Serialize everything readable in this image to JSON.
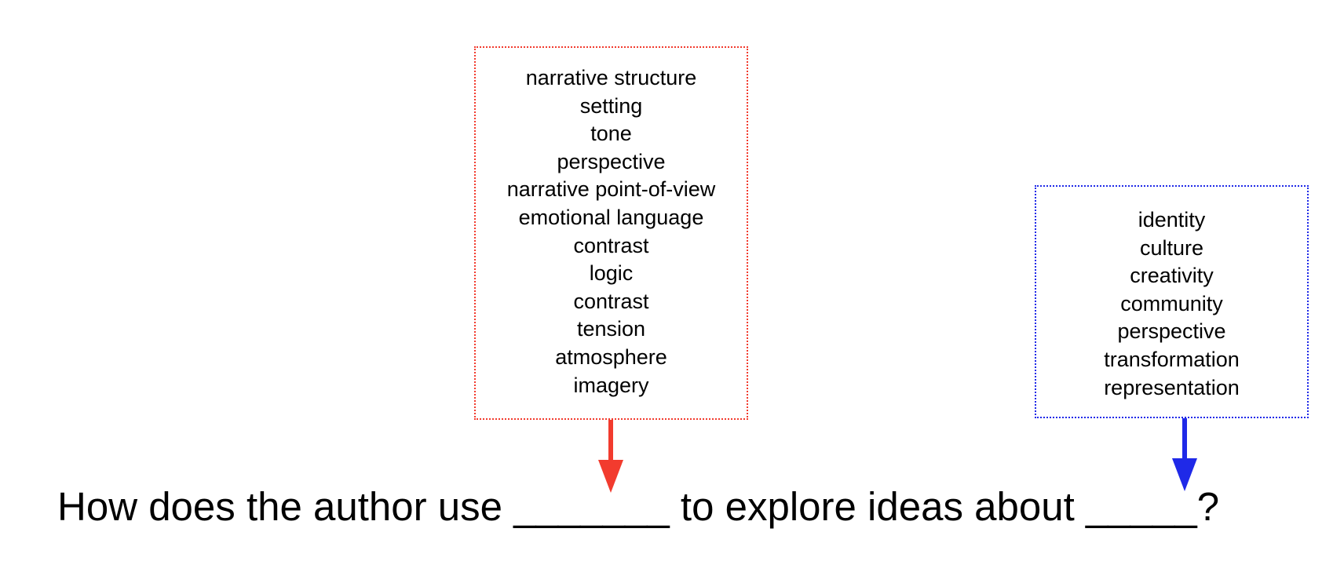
{
  "method_box": {
    "color": "#f23b2e",
    "items": [
      "narrative structure",
      "setting",
      "tone",
      "perspective",
      "narrative point-of-view",
      "emotional language",
      "contrast",
      "logic",
      "contrast",
      "tension",
      "atmosphere",
      "imagery"
    ]
  },
  "idea_box": {
    "color": "#1f29e8",
    "items": [
      "identity",
      "culture",
      "creativity",
      "community",
      "perspective",
      "transformation",
      "representation"
    ]
  },
  "question": {
    "part1": "How does the author use ",
    "blank1": "_______",
    "part2": " to explore ideas about ",
    "blank2": "_____",
    "part3": "?"
  }
}
